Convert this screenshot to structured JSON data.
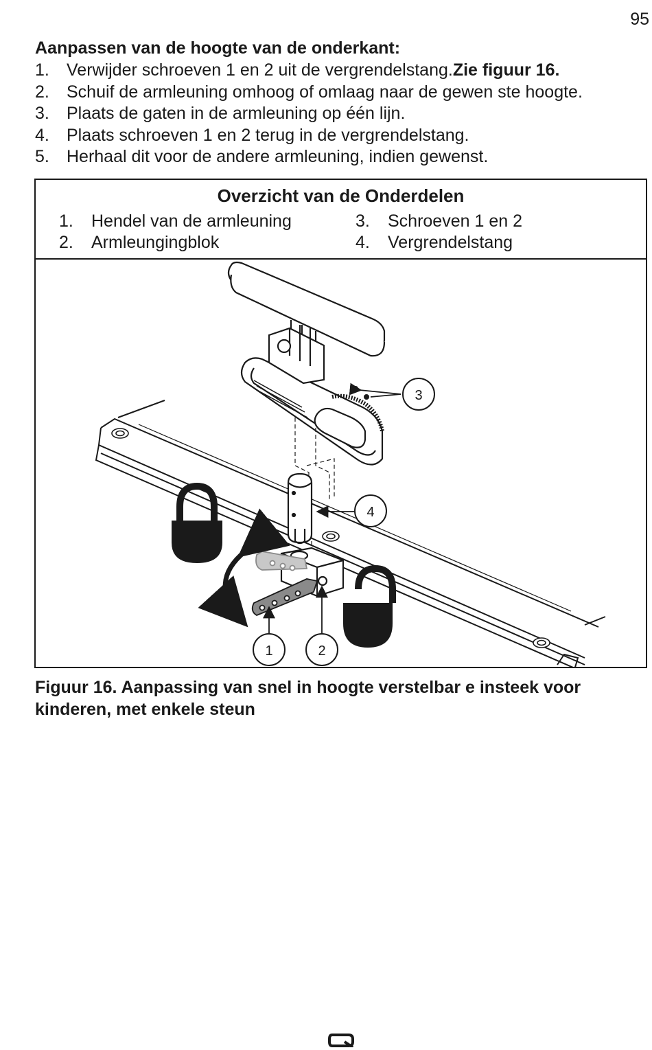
{
  "page_number": "95",
  "heading": "Aanpassen van de hoogte van de onderkant:",
  "steps": [
    {
      "num": "1.",
      "text": "Verwijder schroeven 1 en 2 uit de vergrendelstang. ",
      "emph": "Zie figuur 16."
    },
    {
      "num": "2.",
      "text": "Schuif de armleuning omhoog of omlaag naar de gewen ste hoogte.",
      "emph": ""
    },
    {
      "num": "3.",
      "text": "Plaats de gaten in de armleuning op één lijn.",
      "emph": ""
    },
    {
      "num": "4.",
      "text": "Plaats schroeven 1 en 2 terug in de vergrendelstang.",
      "emph": ""
    },
    {
      "num": "5.",
      "text": "Herhaal dit voor de andere armleuning, indien gewenst.",
      "emph": ""
    }
  ],
  "parts_overview": {
    "title": "Overzicht van de Onderdelen",
    "items": [
      {
        "num": "1.",
        "label": "Hendel van de armleuning"
      },
      {
        "num": "2.",
        "label": "Armleungingblok"
      },
      {
        "num": "3.",
        "label": "Schroeven 1 en 2"
      },
      {
        "num": "4.",
        "label": "Vergrendelstang"
      }
    ]
  },
  "callouts": {
    "c1": "1",
    "c2": "2",
    "c3": "3",
    "c4": "4"
  },
  "caption": "Figuur 16. Aanpassing van snel in hoogte verstelbar e insteek voor kinderen, met enkele steun",
  "colors": {
    "ink": "#1a1a1a",
    "light_gray": "#c8c8c8",
    "mid_gray": "#8a8a8a"
  }
}
